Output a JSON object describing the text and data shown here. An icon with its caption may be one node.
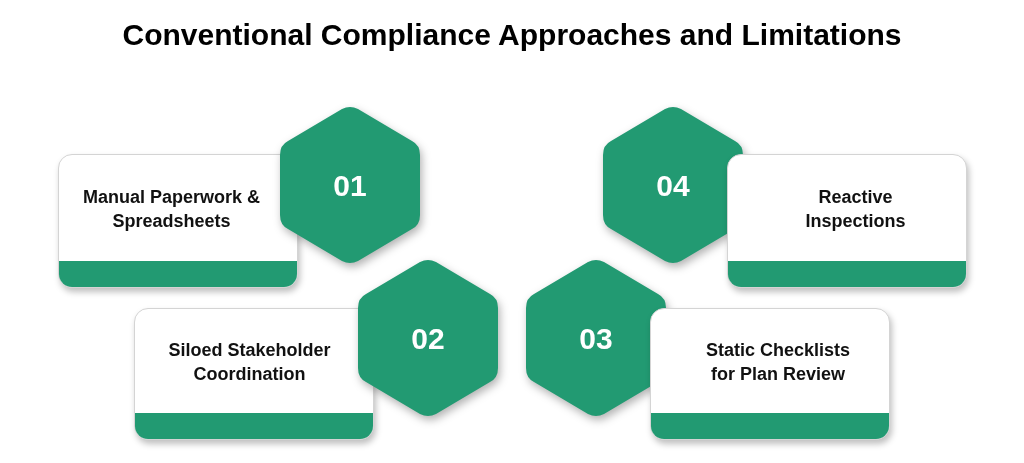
{
  "diagram": {
    "title": "Conventional Compliance Approaches and Limitations",
    "nodes": [
      {
        "text": [
          "Manual Paperwork & Spreadsheets"
        ]
      },
      {
        "text": [
          "01"
        ]
      },
      {
        "text": [
          "04"
        ]
      },
      {
        "text": [
          "Reactive Inspections"
        ]
      },
      {
        "text": [
          "Siloed Stakeholder Coordination"
        ]
      },
      {
        "text": [
          "02"
        ]
      },
      {
        "text": [
          "03"
        ]
      },
      {
        "text": [
          "Static Checklists for Plan Review"
        ]
      }
    ]
  }
}
